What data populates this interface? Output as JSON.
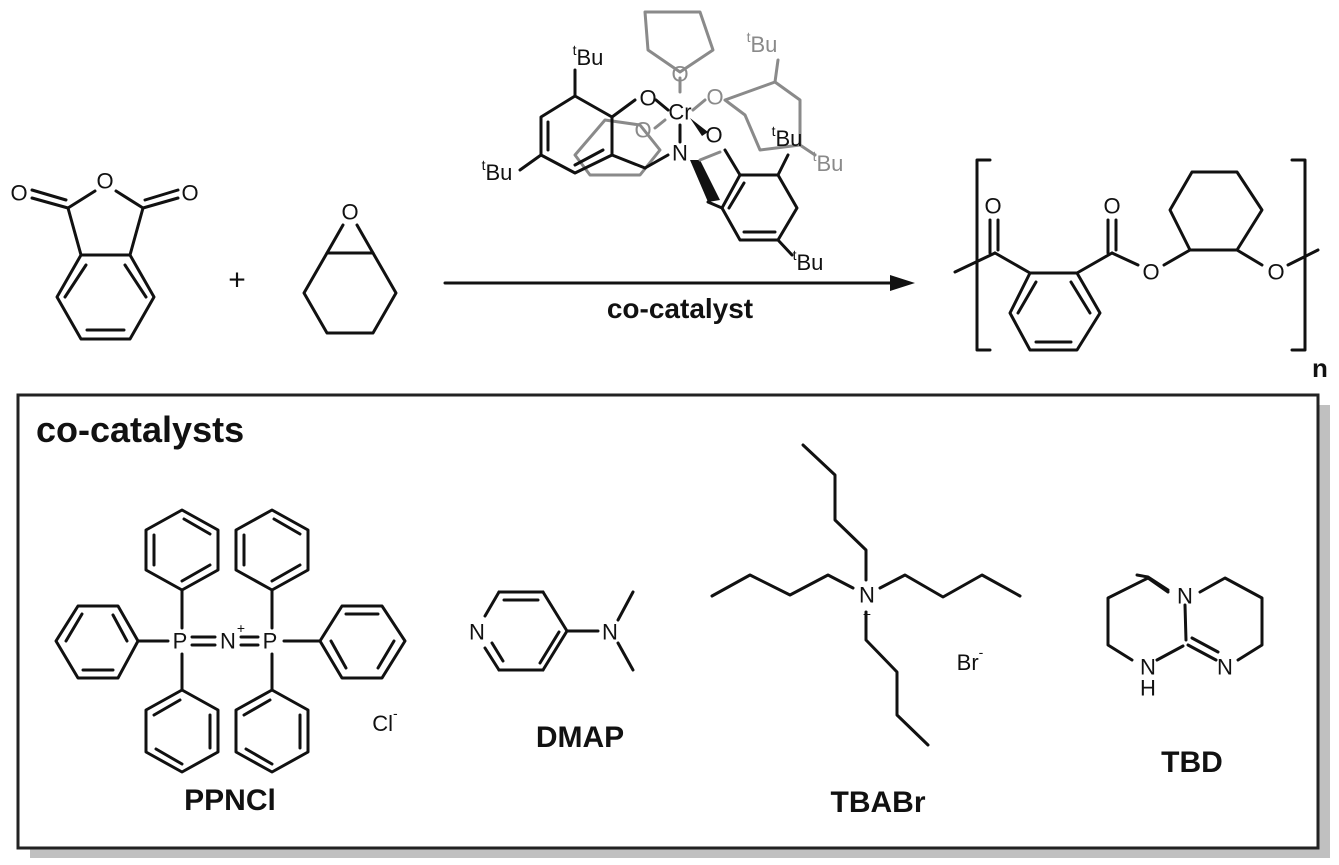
{
  "reaction": {
    "plus": "+",
    "arrow_label": "co-catalyst",
    "reactant_anhydride": {
      "O_ring": "O",
      "O_left": "O",
      "O_right": "O"
    },
    "reactant_epoxide": {
      "O": "O"
    },
    "catalyst": {
      "metal": "Cr",
      "N": "N",
      "O": "O",
      "tBu_prefix": "t",
      "tBu_suffix": "Bu"
    },
    "product": {
      "O": "O",
      "repeat": "n"
    }
  },
  "cocatalysts": {
    "title": "co-catalysts",
    "items": [
      {
        "name": "PPNCl",
        "label": "PPNCl",
        "counterion": "Cl",
        "counter_charge": "-",
        "atoms": {
          "P": "P",
          "N": "N",
          "charge": "+"
        }
      },
      {
        "name": "DMAP",
        "label": "DMAP",
        "atoms": {
          "N": "N"
        }
      },
      {
        "name": "TBABr",
        "label": "TBABr",
        "counterion": "Br",
        "counter_charge": "-",
        "atoms": {
          "N": "N",
          "charge": "+"
        }
      },
      {
        "name": "TBD",
        "label": "TBD",
        "atoms": {
          "N": "N",
          "H": "H"
        }
      }
    ]
  },
  "colors": {
    "ink": "#111111",
    "gray_ligand": "#8a8a8a",
    "box_shadow": "#c0c0c0"
  }
}
